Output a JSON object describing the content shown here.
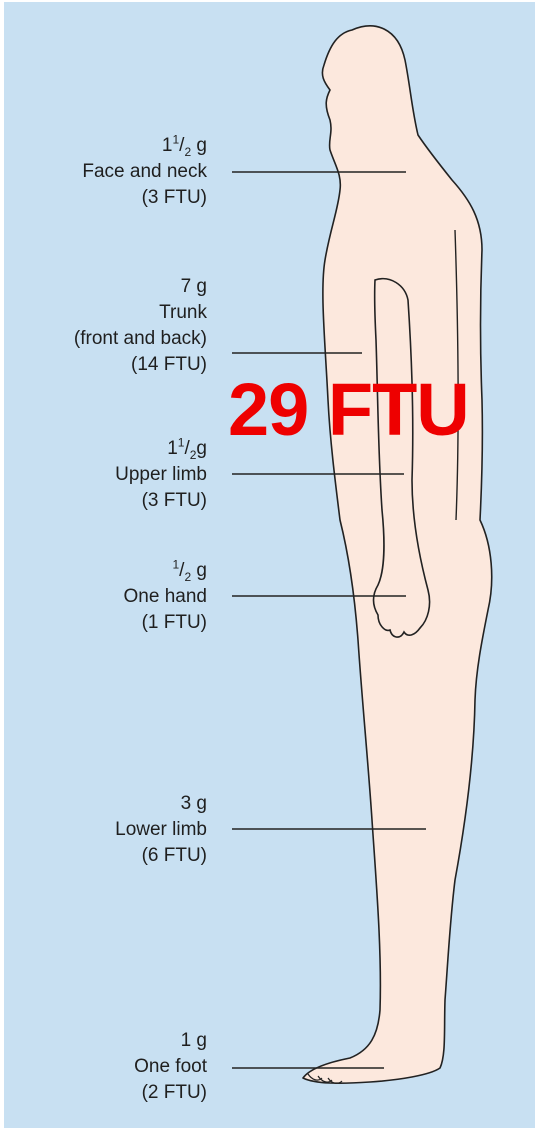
{
  "total": "29 FTU",
  "colors": {
    "background": "#c8e0f2",
    "body": "#fce8dd",
    "outline": "#222222",
    "total": "#ee0000"
  },
  "regions": [
    {
      "amount": "1½ g",
      "whole": "1",
      "num": "1",
      "den": "2",
      "unit": "g",
      "name": "Face and neck",
      "ftu": "(3 FTU)"
    },
    {
      "amount": "7 g",
      "name": "Trunk",
      "subname": "(front and back)",
      "ftu": "(14 FTU)"
    },
    {
      "amount": "1½g",
      "whole": "1",
      "num": "1",
      "den": "2",
      "unit": "g",
      "name": "Upper limb",
      "ftu": "(3 FTU)"
    },
    {
      "amount": "½ g",
      "whole": "",
      "num": "1",
      "den": "2",
      "unit": "g",
      "name": "One hand",
      "ftu": "(1 FTU)"
    },
    {
      "amount": "3 g",
      "name": "Lower limb",
      "ftu": "(6 FTU)"
    },
    {
      "amount": "1 g",
      "name": "One foot",
      "ftu": "(2 FTU)"
    }
  ]
}
